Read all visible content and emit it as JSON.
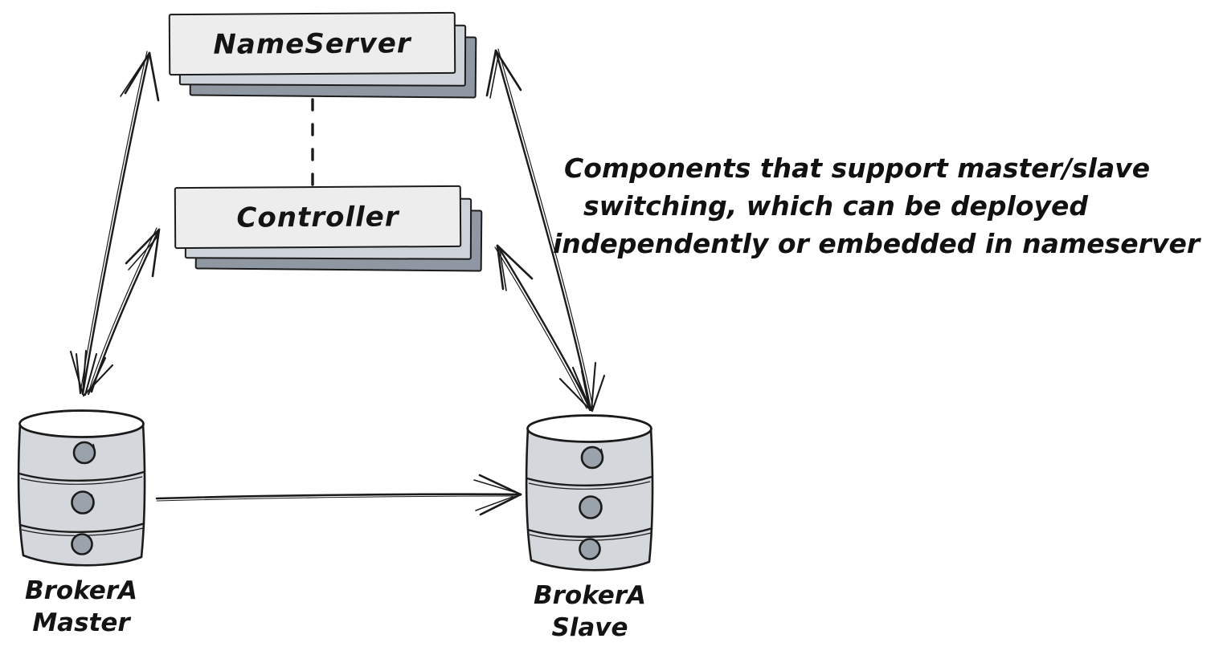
{
  "background": "#ffffff",
  "colors": {
    "ink": "#1b1b1b",
    "node_fill": "#ededed",
    "stack_layer_mid": "#ced3da",
    "stack_layer_back": "#8e97a2",
    "cylinder_fill": "#d4d8dd",
    "cylinder_top_fill": "#ffffff",
    "knob_fill": "#9aa2ab"
  },
  "nodes": {
    "nameserver": {
      "label": "NameServer",
      "type": "stacked-box"
    },
    "controller": {
      "label": "Controller",
      "type": "stacked-box"
    },
    "broker_master": {
      "name": "BrokerA",
      "role": "Master",
      "type": "database-cylinder"
    },
    "broker_slave": {
      "name": "BrokerA",
      "role": "Slave",
      "type": "database-cylinder"
    }
  },
  "annotation": {
    "lines": [
      "Components that support master/slave",
      "switching, which can be deployed",
      "independently or embedded in nameserver"
    ]
  },
  "edges": [
    {
      "from": "broker_master",
      "to": "nameserver",
      "style": "solid",
      "arrows": "both"
    },
    {
      "from": "broker_master",
      "to": "controller",
      "style": "solid",
      "arrows": "both"
    },
    {
      "from": "broker_slave",
      "to": "nameserver",
      "style": "solid",
      "arrows": "both"
    },
    {
      "from": "broker_slave",
      "to": "controller",
      "style": "solid",
      "arrows": "end"
    },
    {
      "from": "broker_master",
      "to": "broker_slave",
      "style": "solid",
      "arrows": "end"
    },
    {
      "from": "nameserver",
      "to": "controller",
      "style": "dashed",
      "arrows": "none"
    }
  ]
}
